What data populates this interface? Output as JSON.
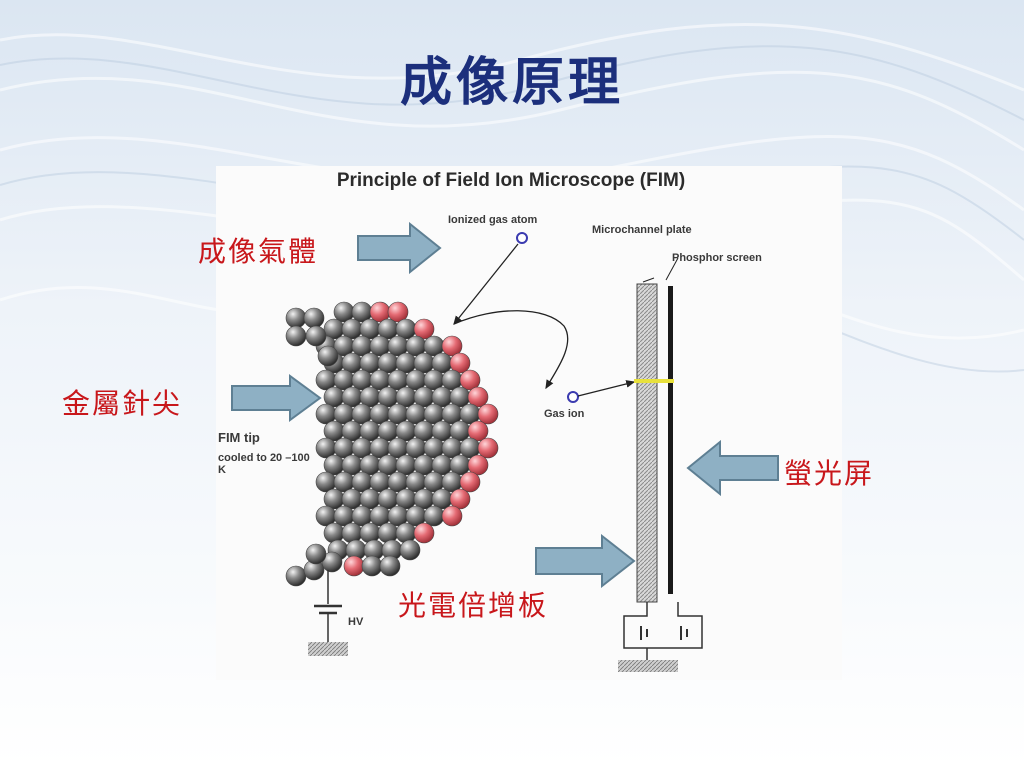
{
  "slide": {
    "title": "成像原理"
  },
  "figure": {
    "title": "Principle of Field Ion Microscope (FIM)",
    "labels": {
      "ionized_gas_atom": "Ionized gas atom",
      "microchannel_plate": "Microchannel plate",
      "phosphor_screen": "Phosphor screen",
      "gas_ion": "Gas ion",
      "fim_tip": "FIM tip",
      "cooled": "cooled to 20 –100 K",
      "hv": "HV"
    }
  },
  "annotations": {
    "imaging_gas": "成像氣體",
    "metal_tip": "金屬針尖",
    "phosphor_screen": "螢光屏",
    "mcp": "光電倍增板"
  },
  "colors": {
    "title": "#1c2f7c",
    "annotation": "#c8171b",
    "arrow_fill": "#8eb0c4",
    "atom_gray": "#6e6e6e",
    "atom_red": "#e06a72"
  }
}
